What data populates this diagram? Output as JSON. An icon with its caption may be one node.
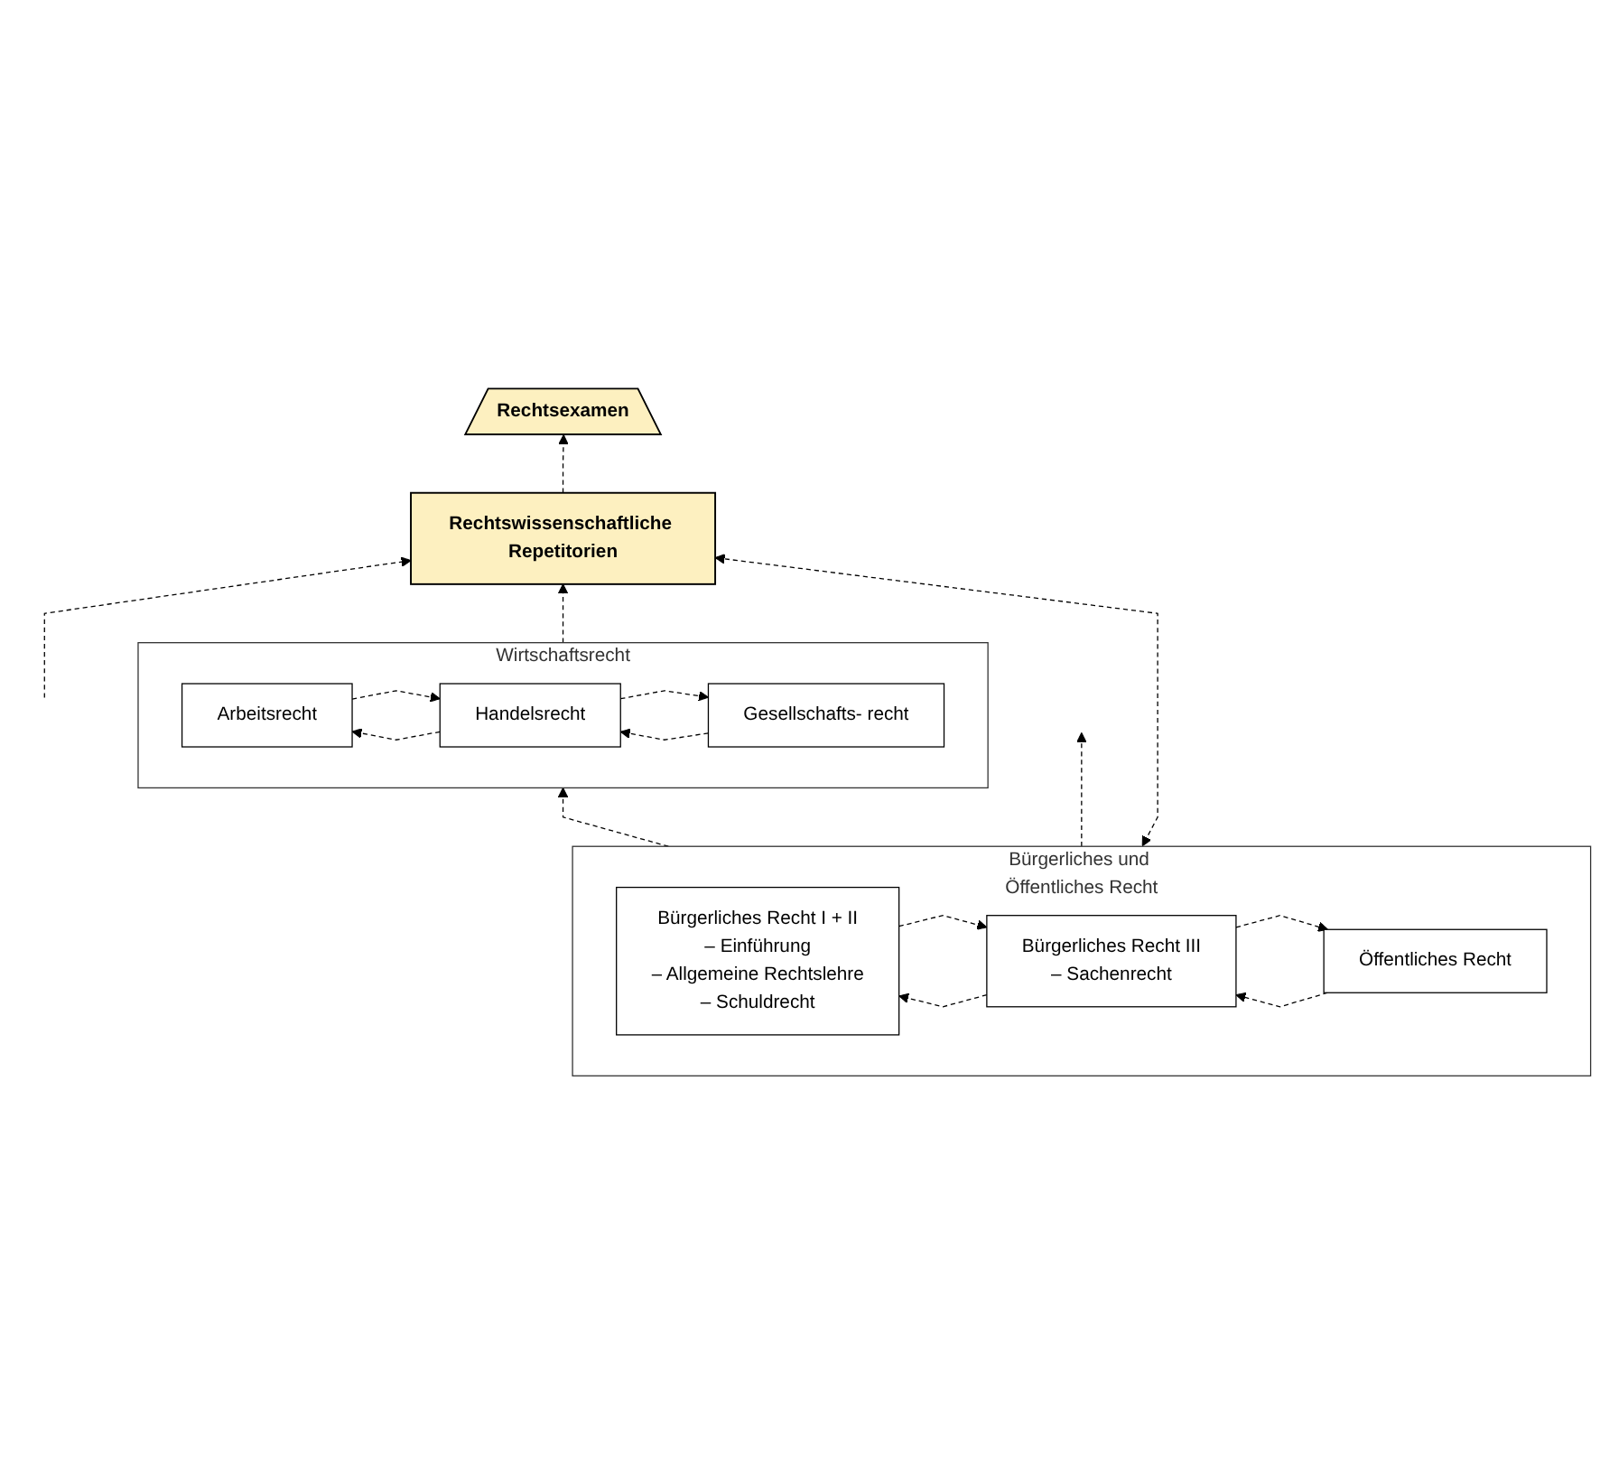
{
  "diagram": {
    "nodes": [
      {
        "text": [
          "Rechtsexamen"
        ]
      },
      {
        "text": [
          "Rechtswissenschaftliche Repetitorien"
        ]
      },
      {
        "text": [
          "Wirtschaftsrecht"
        ]
      },
      {
        "text": [
          "Arbeitsrecht"
        ],
        "in": 2
      },
      {
        "text": [
          "Handelsrecht"
        ],
        "in": 2
      },
      {
        "text": [
          "Gesellschafts- recht"
        ],
        "in": 2
      },
      {
        "text": [
          "Bürgerliches und Öffentliches Recht"
        ]
      },
      {
        "text": [
          "Bürgerliches Recht I + II",
          "– Einführung",
          "– Allgemeine Rechtslehre",
          "– Schuldrecht"
        ],
        "in": 6
      },
      {
        "text": [
          "Bürgerliches Recht III",
          "– Sachenrecht"
        ],
        "in": 6
      },
      {
        "text": [
          "Öffentliches Recht"
        ],
        "in": 6
      }
    ],
    "edges": [
      {
        "from": 1,
        "to": 0,
        "arrow": "to",
        "style": "dashed"
      },
      {
        "from": 2,
        "to": 1,
        "arrow": "to",
        "style": "dashed"
      },
      {
        "from": 6,
        "to": 2,
        "arrow": "to",
        "style": "dashed"
      },
      {
        "from": 4,
        "to": 3,
        "arrow": "to",
        "style": "dashed"
      },
      {
        "from": 3,
        "to": 4,
        "arrow": "to",
        "style": "dashed"
      },
      {
        "from": 4,
        "to": 5,
        "arrow": "to",
        "style": "dashed"
      },
      {
        "from": 5,
        "to": 4,
        "arrow": "to",
        "style": "dashed"
      },
      {
        "from": 8,
        "to": 7,
        "arrow": "to",
        "style": "dashed"
      },
      {
        "from": 7,
        "to": 8,
        "arrow": "to",
        "style": "dashed"
      },
      {
        "from": 8,
        "to": 9,
        "arrow": "to",
        "style": "dashed"
      },
      {
        "from": 9,
        "to": 8,
        "arrow": "to",
        "style": "dashed"
      },
      {
        "from": 6,
        "to": 1,
        "arrow": "both",
        "style": "dashed"
      },
      {
        "from": null,
        "to": 1,
        "arrow": "to",
        "style": "dashed"
      },
      {
        "from": 6,
        "to": null,
        "arrow": "to",
        "style": "dashed"
      }
    ]
  }
}
